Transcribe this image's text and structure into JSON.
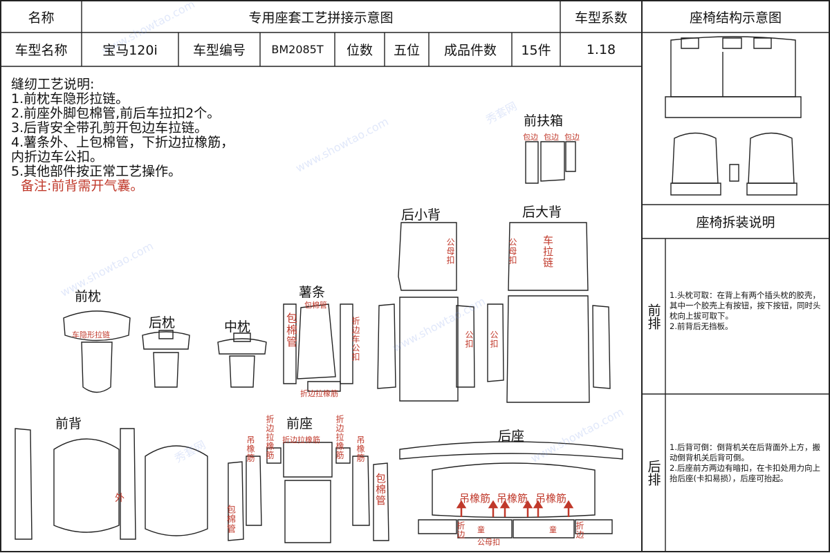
{
  "header": {
    "name_label": "名称",
    "title": "专用座套工艺拼接示意图",
    "coef_label": "车型系数",
    "struct_title": "座椅结构示意图"
  },
  "info_row": {
    "model_name_label": "车型名称",
    "model_name": "宝马120i",
    "model_no_label": "车型编号",
    "model_no": "BM2085T",
    "seats_label": "位数",
    "seats": "五位",
    "pieces_label": "成品件数",
    "pieces": "15件",
    "coef": "1.18"
  },
  "sewing_notes": {
    "title": "缝纫工艺说明:",
    "items": [
      "1.前枕车隐形拉链。",
      "2.前座外脚包棉管,前后车拉扣2个。",
      "3.后背安全带孔剪开包边车拉链。",
      "4.薯条外、上包棉管，下折边拉橡筋，",
      "内折边车公扣。",
      "5.其他部件按正常工艺操作。"
    ],
    "remark": "备注:前背需开气囊。"
  },
  "parts": {
    "front_armbox": "前扶箱",
    "armbox_tags": [
      "包边",
      "包边",
      "包边"
    ],
    "rear_small_back": "后小背",
    "rear_big_back": "后大背",
    "front_headrest": "前枕",
    "rear_headrest": "后枕",
    "mid_headrest": "中枕",
    "fries_strip": "薯条",
    "front_back": "前背",
    "front_seat": "前座",
    "rear_seat": "后座"
  },
  "part_notes": {
    "invisible_zipper": "车隐形拉链",
    "cotton_wrap": "包棉管",
    "wrap_cotton_vertical": "包棉管",
    "fold_elastic": "折边拉橡筋",
    "fold_male_button": "折边车公扣",
    "female_button": "公母扣",
    "sew_zipper": "车拉链",
    "male_button": "公扣",
    "outer": "外",
    "hang_elastic": "吊橡筋",
    "hanging_elastic": "吊橡筋",
    "wrap_tube": "包棉管",
    "fold": "折边",
    "child": "童"
  },
  "disassembly": {
    "title": "座椅拆装说明",
    "front_label": "前排",
    "front_text": "1.头枕可取：在背上有两个插头枕的胶壳，其中一个胶壳上有按钮，按下按钮，同时头枕向上拔可取下。\n2.前背后无挡板。",
    "rear_label": "后排",
    "rear_text": "1.后背可倒：倒背机关在后背面外上方，搬动倒背机关后背可倒。\n2.后座前方两边有暗扣，在卡扣处用力向上抬后座(卡扣易损），后座可抬起。"
  },
  "watermark": {
    "cn": "秀套网",
    "en": "www.showtao.com"
  }
}
